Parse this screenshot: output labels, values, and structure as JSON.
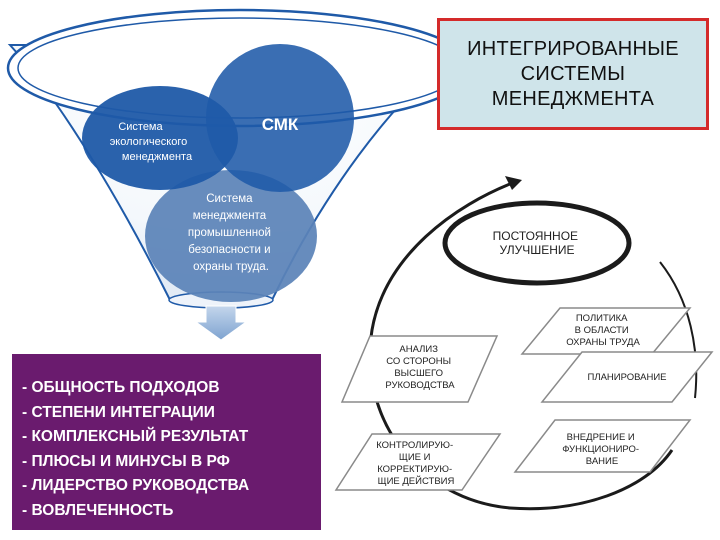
{
  "title": "ИНТЕГРИРОВАННЫЕ\nСИСТЕМЫ\nМЕНЕДЖМЕНТА",
  "funnel": {
    "ems": [
      "Система",
      "экологического",
      "менеджмента"
    ],
    "qms": "СМК",
    "ohs": [
      "Система",
      "менеджмента",
      "промышленной",
      "безопасности и",
      "охраны труда."
    ]
  },
  "cycle": {
    "center": [
      "ПОСТОЯННОЕ",
      "УЛУЧШЕНИЕ"
    ],
    "boxes": {
      "policy": [
        "ПОЛИТИКА",
        "В ОБЛАСТИ",
        "ОХРАНЫ ТРУДА"
      ],
      "planning": [
        "ПЛАНИРОВАНИЕ"
      ],
      "implementation": [
        "ВНЕДРЕНИЕ И",
        "ФУНКЦИОНИРО-",
        "ВАНИЕ"
      ],
      "control": [
        "КОНТРОЛИРУЮ-",
        "ЩИЕ И",
        "КОРРЕКТИРУЮ-",
        "ЩИЕ ДЕЙСТВИЯ"
      ],
      "analysis": [
        "АНАЛИЗ",
        "СО СТОРОНЫ",
        "ВЫСШЕГО",
        "РУКОВОДСТВА"
      ]
    }
  },
  "principles": [
    "- ОБЩНОСТЬ ПОДХОДОВ",
    "- СТЕПЕНИ ИНТЕГРАЦИИ",
    "- КОМПЛЕКСНЫЙ РЕЗУЛЬТАТ",
    "- ПЛЮСЫ И МИНУСЫ В РФ",
    "- ЛИДЕРСТВО РУКОВОДСТВА",
    "- ВОВЛЕЧЕННОСТЬ"
  ],
  "colors": {
    "funnel_blue": "#1f5aa8",
    "ohs_blue": "#5b83b8",
    "principles_bg": "#6a1b6e",
    "title_bg": "#cfe4ea",
    "title_border": "#d42a2a"
  }
}
